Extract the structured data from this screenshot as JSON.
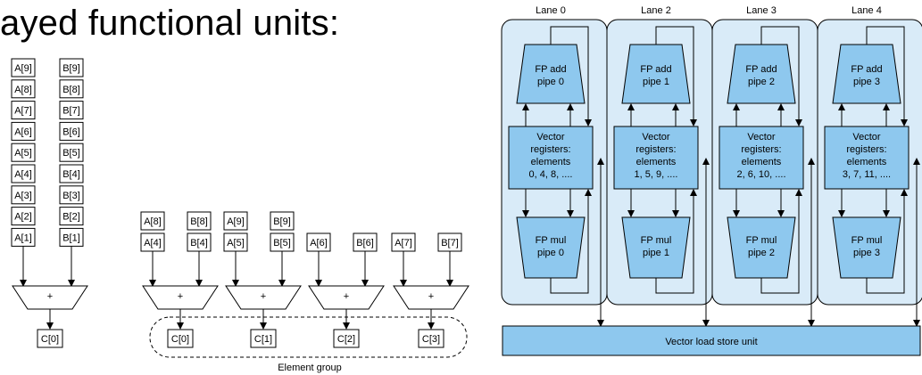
{
  "title": "ayed functional units:",
  "single_pipe": {
    "a_cells": [
      "A[9]",
      "A[8]",
      "A[7]",
      "A[6]",
      "A[5]",
      "A[4]",
      "A[3]",
      "A[2]",
      "A[1]"
    ],
    "b_cells": [
      "B[9]",
      "B[8]",
      "B[7]",
      "B[6]",
      "B[5]",
      "B[4]",
      "B[3]",
      "B[2]",
      "B[1]"
    ],
    "op": "+",
    "result": "C[0]"
  },
  "multi_pipe": {
    "pipes": [
      {
        "a": [
          "A[8]",
          "A[4]"
        ],
        "b": [
          "B[8]",
          "B[4]"
        ],
        "op": "+",
        "result": "C[0]"
      },
      {
        "a": [
          "A[9]",
          "A[5]"
        ],
        "b": [
          "B[9]",
          "B[5]"
        ],
        "op": "+",
        "result": "C[1]"
      },
      {
        "a": [
          "A[6]"
        ],
        "b": [
          "B[6]"
        ],
        "op": "+",
        "result": "C[2]"
      },
      {
        "a": [
          "A[7]"
        ],
        "b": [
          "B[7]"
        ],
        "op": "+",
        "result": "C[3]"
      }
    ],
    "group_label": "Element group"
  },
  "lanes_diagram": {
    "lanes": [
      {
        "label": "Lane 0",
        "add_label": [
          "FP add",
          "pipe 0"
        ],
        "reg_label": [
          "Vector",
          "registers:",
          "elements",
          "0, 4, 8, ...."
        ],
        "mul_label": [
          "FP mul",
          "pipe 0"
        ]
      },
      {
        "label": "Lane 2",
        "add_label": [
          "FP add",
          "pipe 1"
        ],
        "reg_label": [
          "Vector",
          "registers:",
          "elements",
          "1, 5, 9, ...."
        ],
        "mul_label": [
          "FP mul",
          "pipe 1"
        ]
      },
      {
        "label": "Lane 3",
        "add_label": [
          "FP add",
          "pipe 2"
        ],
        "reg_label": [
          "Vector",
          "registers:",
          "elements",
          "2, 6, 10, ...."
        ],
        "mul_label": [
          "FP mul",
          "pipe 2"
        ]
      },
      {
        "label": "Lane 4",
        "add_label": [
          "FP add",
          "pipe 3"
        ],
        "reg_label": [
          "Vector",
          "registers:",
          "elements",
          "3, 7, 11, ...."
        ],
        "mul_label": [
          "FP mul",
          "pipe 3"
        ]
      }
    ],
    "load_store_label": "Vector load store unit",
    "colors": {
      "lane_bg": "#d9ebf8",
      "block": "#8ec8ee",
      "stroke": "#000000"
    }
  }
}
